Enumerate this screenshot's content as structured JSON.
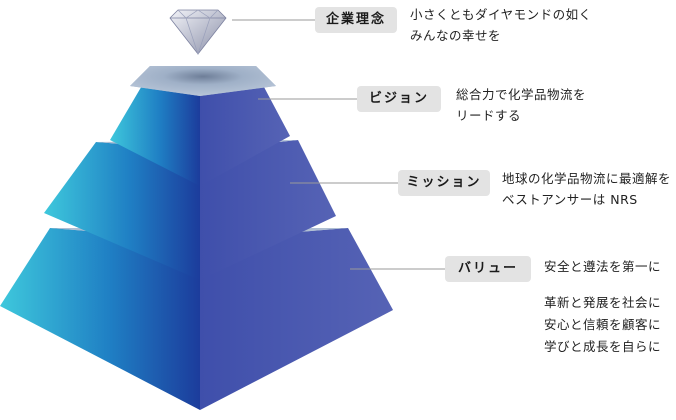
{
  "levels": [
    {
      "label": "企業理念",
      "description": [
        "小さくともダイヤモンドの如く",
        "みんなの幸せを"
      ]
    },
    {
      "label": "ビジョン",
      "description": [
        "総合力で化学品物流を",
        "リードする"
      ]
    },
    {
      "label": "ミッション",
      "description": [
        "地球の化学品物流に最適解を",
        "ベストアンサーは NRS"
      ]
    },
    {
      "label": "バリュー",
      "description": [
        "安全と遵法を第一に"
      ],
      "values": [
        "革新と発展を社会に",
        "安心と信頼を顧客に",
        "学びと成長を自らに"
      ]
    }
  ],
  "colors": {
    "left_face_light": "#2ec2d8",
    "left_face_dark": "#1e3f9e",
    "right_face": "#4656ae",
    "band": "#a9b9cf",
    "label_bg": "#e3e3e3",
    "leader": "#9a9a9a"
  },
  "icons": {
    "apex": "diamond-icon"
  }
}
